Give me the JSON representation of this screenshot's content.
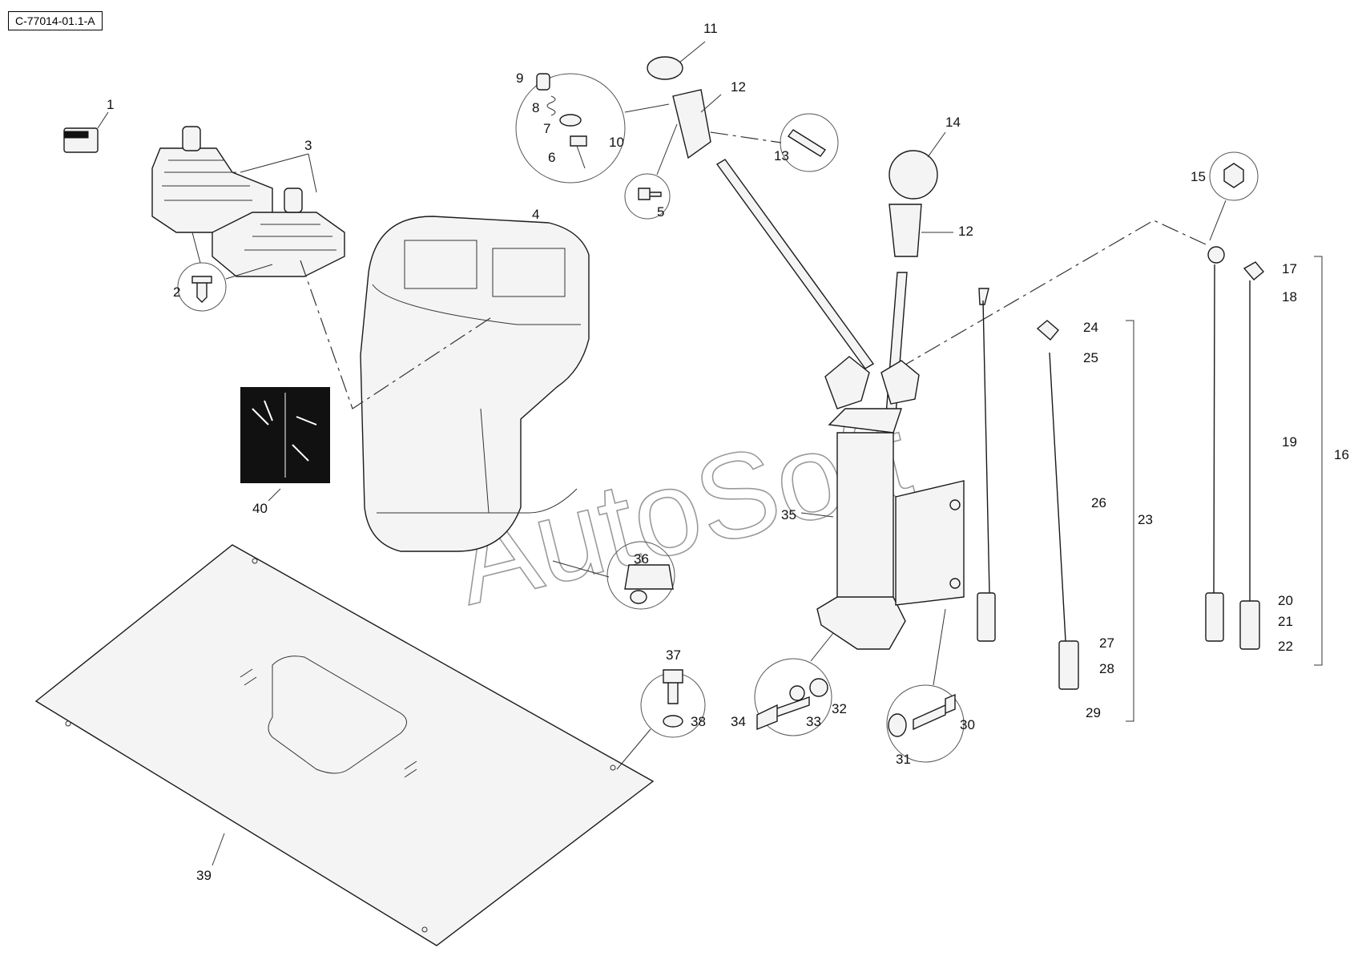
{
  "ref_code": "C-77014-01.1-A",
  "watermark": "AutoSoft",
  "callouts": [
    "1",
    "2",
    "3",
    "4",
    "5",
    "6",
    "7",
    "8",
    "9",
    "10",
    "11",
    "12",
    "12",
    "13",
    "14",
    "15",
    "16",
    "17",
    "18",
    "19",
    "20",
    "21",
    "22",
    "23",
    "24",
    "25",
    "26",
    "27",
    "28",
    "29",
    "30",
    "31",
    "32",
    "33",
    "34",
    "35",
    "36",
    "37",
    "38",
    "39",
    "40"
  ]
}
